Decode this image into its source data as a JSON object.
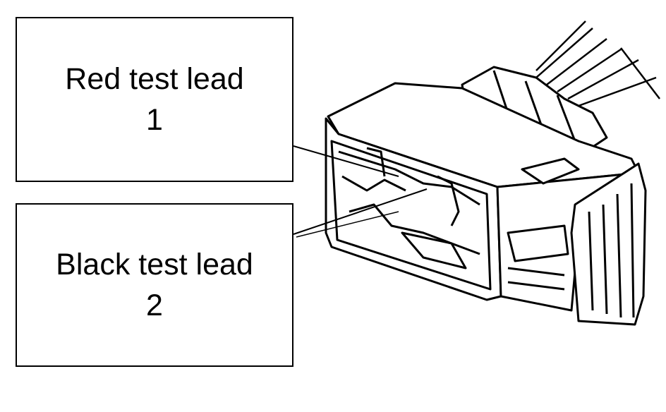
{
  "labels": [
    {
      "title": "Red test lead",
      "number": "1"
    },
    {
      "title": "Black test lead",
      "number": "2"
    }
  ]
}
